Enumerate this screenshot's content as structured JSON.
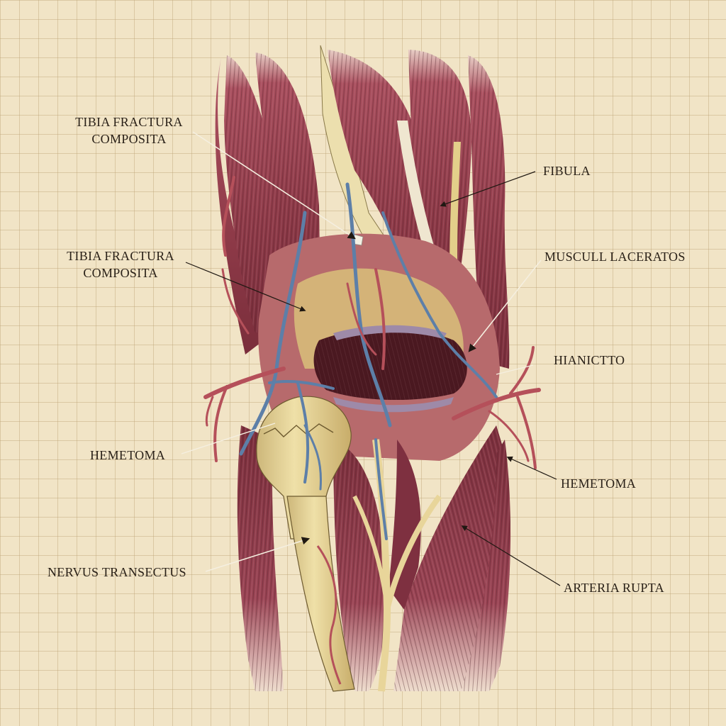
{
  "illustration": {
    "subject": "Dissected lower leg / knee region with compound fracture, muscles, vessels and nerves",
    "palette": {
      "paper": "#f1e4c6",
      "grid": "#cdb68f",
      "muscle": "#8e3a48",
      "muscle_light": "#c97b86",
      "bone": "#e6d39a",
      "tendon": "#ecdfae",
      "vein": "#5d7fa8",
      "artery": "#b5505a",
      "nerve": "#e0c46a",
      "wound": "#4a1820",
      "ink": "#2a2118"
    }
  },
  "labels": [
    {
      "id": "tibia-fractura-1",
      "lines": [
        "TIBIA FRACTURA",
        "COMPOSITA"
      ]
    },
    {
      "id": "tibia-fractura-2",
      "lines": [
        "TIBIA FRACTURA",
        "COMPOSITA"
      ]
    },
    {
      "id": "fibula",
      "lines": [
        "FIBULA"
      ]
    },
    {
      "id": "musculi-lacerati",
      "lines": [
        "MUSCULL LACERATOS"
      ]
    },
    {
      "id": "hianictto",
      "lines": [
        "HIANICTTO"
      ]
    },
    {
      "id": "hemetoma-left",
      "lines": [
        "HEMETOMA"
      ]
    },
    {
      "id": "hemetoma-right",
      "lines": [
        "HEMETOMA"
      ]
    },
    {
      "id": "nervus-transectus",
      "lines": [
        "NERVUS TRANSECTUS"
      ]
    },
    {
      "id": "arteria-rupta",
      "lines": [
        "ARTERIA RUPTA"
      ]
    }
  ]
}
